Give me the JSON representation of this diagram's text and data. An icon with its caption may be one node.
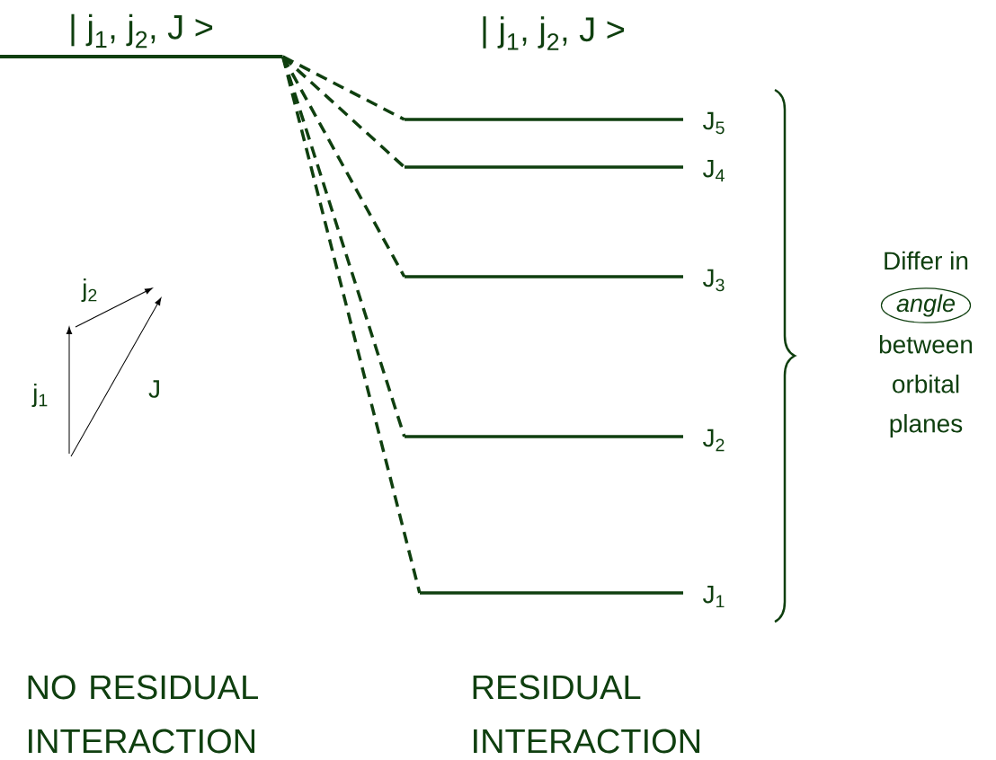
{
  "diagram": {
    "nodes": [
      {
        "text": [
          "| j$_{1}$, j$_{2}$, J >"
        ]
      },
      {
        "text": [],
        "shape": "bar",
        "beside": [
          "J$_{5}$"
        ]
      },
      {
        "text": [],
        "shape": "bar",
        "beside": [
          "J$_{4}$"
        ]
      },
      {
        "text": [],
        "shape": "bar",
        "beside": [
          "J$_{3}$"
        ]
      },
      {
        "text": [],
        "shape": "bar",
        "beside": [
          "J$_{2}$"
        ]
      },
      {
        "text": [],
        "shape": "bar",
        "beside": [
          "J$_{1}$"
        ]
      },
      {
        "text": [
          "angle"
        ]
      }
    ],
    "edges": [
      {
        "from": 0,
        "to": 1,
        "arrow": "none",
        "style": "dashed"
      },
      {
        "from": 0,
        "to": 2,
        "arrow": "none",
        "style": "dashed"
      },
      {
        "from": 0,
        "to": 3,
        "arrow": "none",
        "style": "dashed"
      },
      {
        "from": 0,
        "to": 4,
        "arrow": "none",
        "style": "dashed"
      },
      {
        "from": 0,
        "to": 5,
        "arrow": "none",
        "style": "dashed"
      }
    ],
    "labels": [
      "| j$_{1}$, j$_{2}$, J >",
      "Differ in",
      "j$_{2}$",
      "j$_{1}$",
      "J",
      "between orbital planes",
      "NO RESIDUAL INTERACTION",
      "RESIDUAL INTERACTION"
    ]
  }
}
